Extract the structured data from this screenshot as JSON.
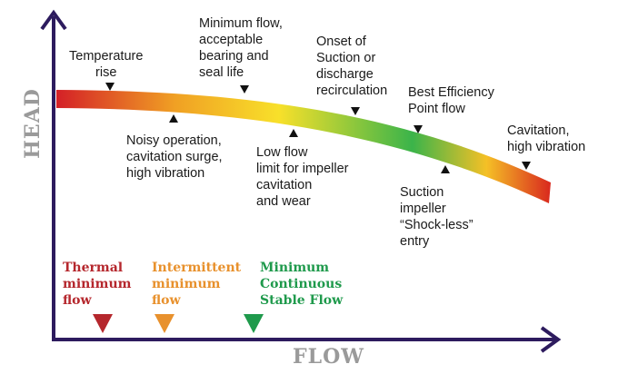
{
  "axes": {
    "x_label": "FLOW",
    "y_label": "HEAD"
  },
  "curve": {
    "gradient_colors": [
      "#d42027",
      "#f0a024",
      "#f8e02a",
      "#3bb44a",
      "#f5c026",
      "#d9281e"
    ]
  },
  "labels": {
    "temperature_rise": [
      "Temperature",
      "rise"
    ],
    "noisy_operation": [
      "Noisy operation,",
      "cavitation surge,",
      "high vibration"
    ],
    "minimum_flow": [
      "Minimum flow,",
      "acceptable",
      "bearing and",
      "seal life"
    ],
    "low_flow_limit": [
      "Low flow",
      "limit for impeller",
      "cavitation",
      "and wear"
    ],
    "onset_recirculation": [
      "Onset of",
      "Suction or",
      "discharge",
      "recirculation"
    ],
    "best_efficiency": [
      "Best Efficiency",
      "Point flow"
    ],
    "suction_impeller": [
      "Suction",
      "impeller",
      "“Shock-less”",
      "entry"
    ],
    "cavitation_high_vibration": [
      "Cavitation,",
      "high vibration"
    ]
  },
  "zones": [
    {
      "key": "thermal",
      "lines": [
        "Thermal",
        "minimum",
        "flow"
      ],
      "color": "#b5272d"
    },
    {
      "key": "intermittent",
      "lines": [
        "Intermittent",
        "minimum",
        "flow"
      ],
      "color": "#e8912d"
    },
    {
      "key": "continuous",
      "lines": [
        "Minimum",
        "Continuous",
        "Stable Flow"
      ],
      "color": "#1f9a4c"
    }
  ],
  "colors": {
    "axis": "#2d1b5e",
    "axis_title": "#9a9a9a"
  }
}
